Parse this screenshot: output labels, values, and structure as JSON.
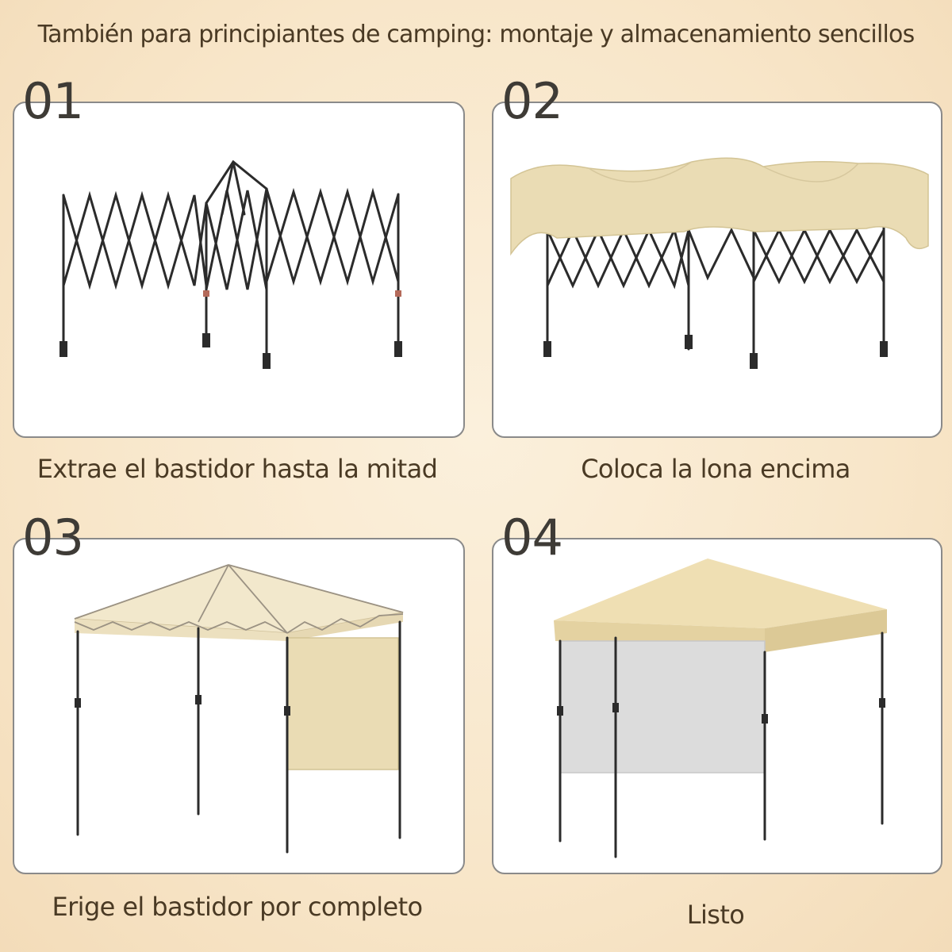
{
  "headline": "También para principiantes de camping: montaje y almacenamiento sencillos",
  "steps": [
    {
      "number": "01",
      "caption": "Extrae el bastidor hasta la mitad"
    },
    {
      "number": "02",
      "caption": "Coloca la lona encima"
    },
    {
      "number": "03",
      "caption": "Erige el bastidor por completo"
    },
    {
      "number": "04",
      "caption": "Listo"
    }
  ],
  "colors": {
    "background": "#f8e6c9",
    "text": "#4a3a24",
    "frame": "#2b2b2b",
    "canopy": "#eadcb4",
    "canopy_light": "#f2e8cc",
    "sidewall_grey": "#dcdcdc"
  }
}
